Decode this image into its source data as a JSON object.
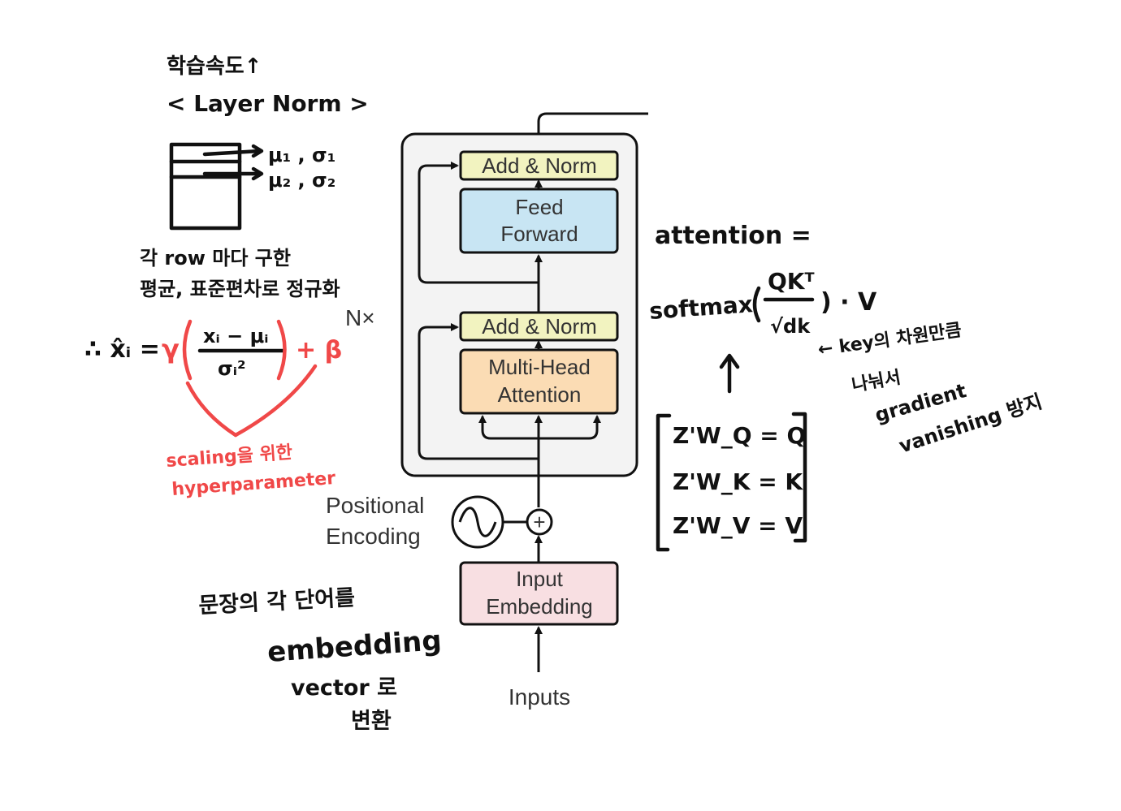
{
  "diagram": {
    "blocks": {
      "add_norm_top": "Add & Norm",
      "feed_forward": [
        "Feed",
        "Forward"
      ],
      "add_norm_bottom": "Add & Norm",
      "multi_head_attention": [
        "Multi-Head",
        "Attention"
      ],
      "input_embedding": [
        "Input",
        "Embedding"
      ]
    },
    "nx_label": "N×",
    "positional_encoding": [
      "Positional",
      "Encoding"
    ],
    "inputs_label": "Inputs",
    "add_symbol": "+",
    "colors": {
      "add_norm": "#f2f3c0",
      "feed_forward": "#c8e5f3",
      "multi_head_attention": "#fbdcb4",
      "input_embedding": "#f8dfe2",
      "encoder_frame": "#f3f3f3",
      "handwriting": "#111111",
      "handwriting_red": "#f04848"
    }
  },
  "notes": {
    "layer_norm": {
      "heading": "학습속도↑",
      "title": "< Layer Norm >",
      "row1": "μ₁ , σ₁",
      "row2": "μ₂ , σ₂",
      "caption_line1": "각 row 마다 구한",
      "caption_line2": "평균, 표준편차로 정규화",
      "formula_lhs": "∴ x̂ᵢ =",
      "formula_gamma": "γ",
      "formula_num": "xᵢ − μᵢ",
      "formula_den": "σᵢ²",
      "formula_beta": "+ β",
      "scaling_line1": "scaling을 위한",
      "scaling_line2": "hyperparameter"
    },
    "embedding": {
      "line1": "문장의 각 단어를",
      "line2": "embedding",
      "line3": "vector 로",
      "line4": "변환"
    },
    "attention": {
      "label": "attention =",
      "softmax": "softmax",
      "numerator": "QKᵀ",
      "denominator": "√dk",
      "suffix": ") · V",
      "note_line1": "← key의 차원만큼",
      "note_line2": "나눠서",
      "note_line3": "gradient",
      "note_line4": "vanishing 방지"
    },
    "qkv": {
      "q": "Z'W_Q = Q",
      "k": "Z'W_K = K",
      "v": "Z'W_V = V"
    }
  }
}
